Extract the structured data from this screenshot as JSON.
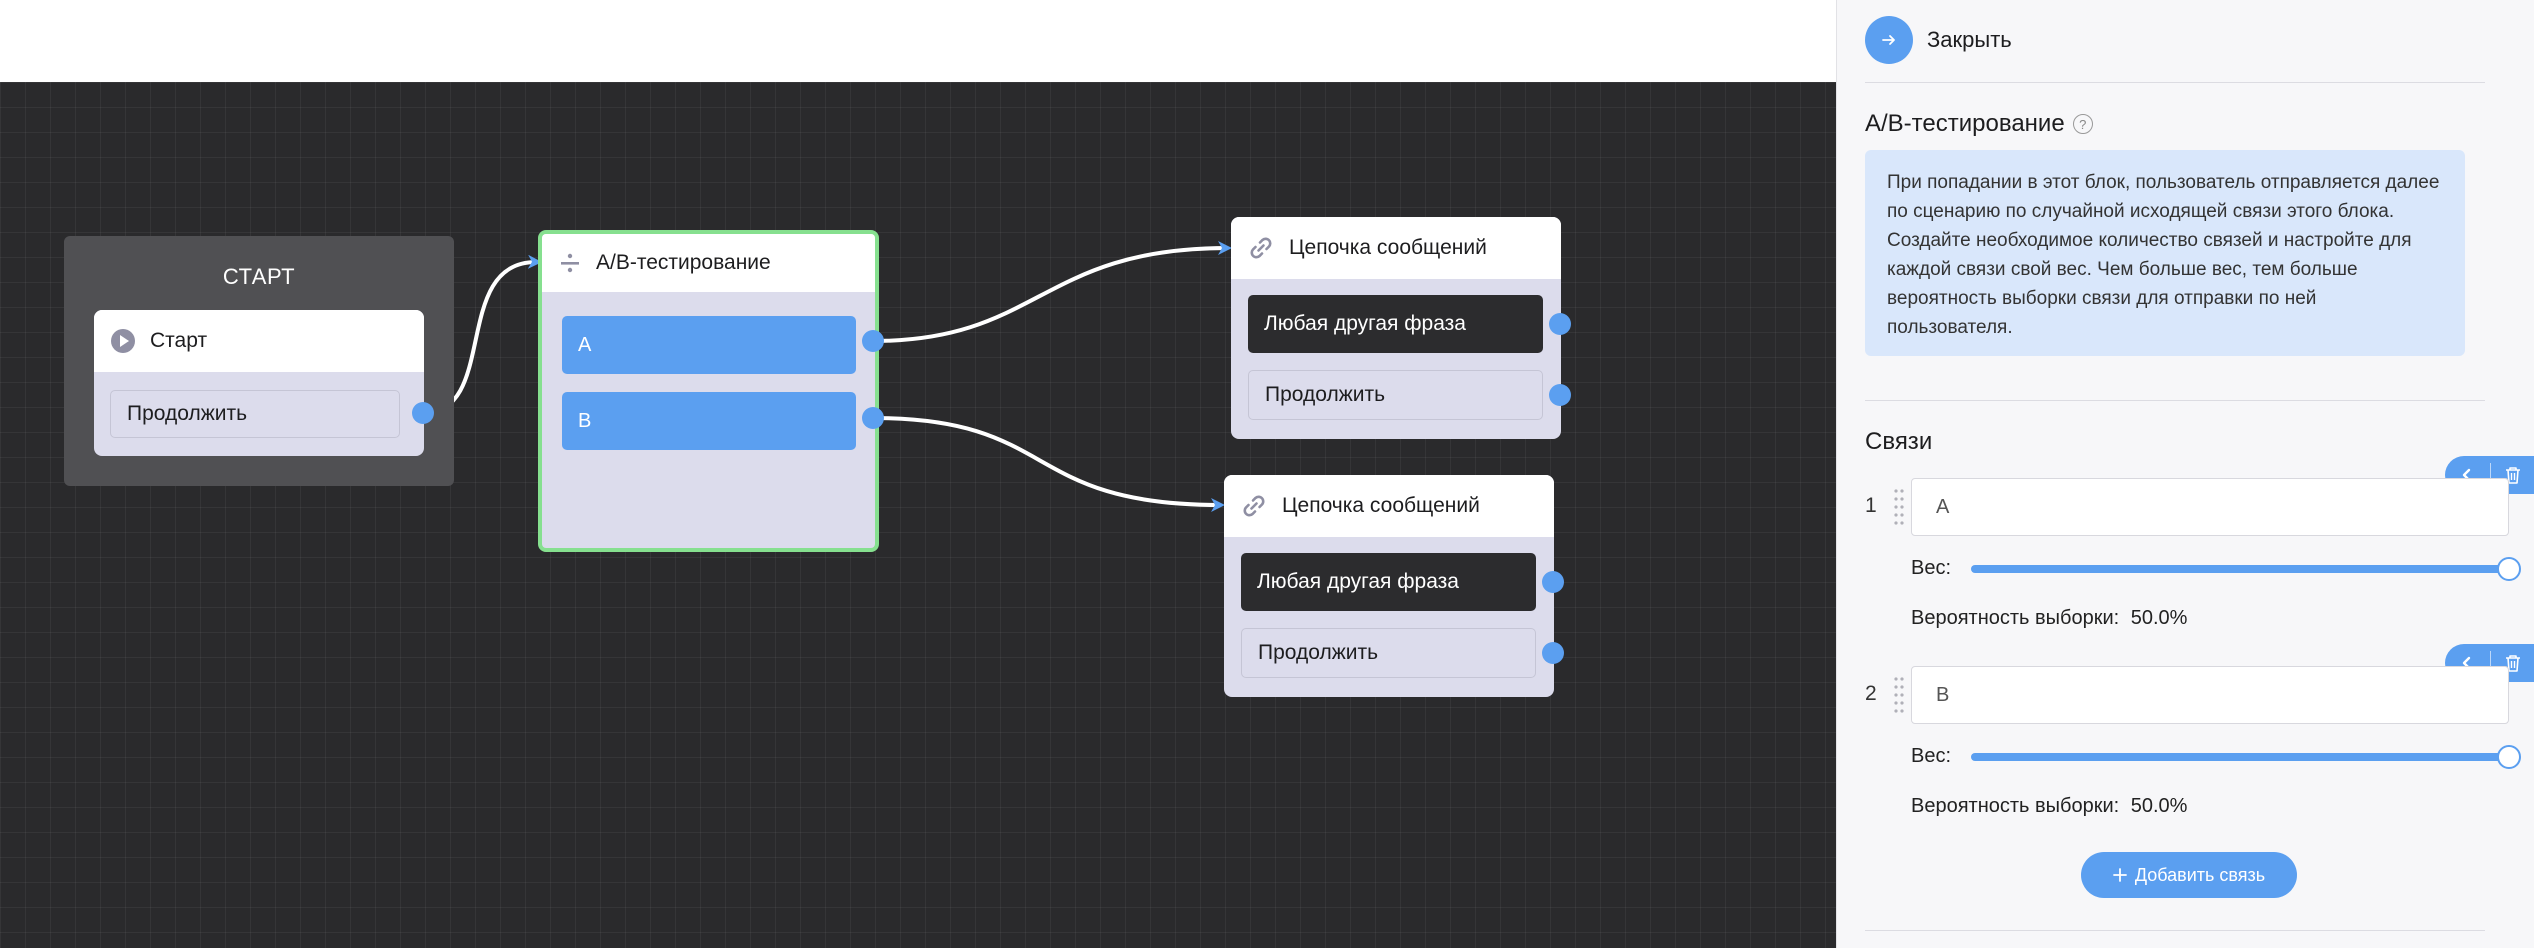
{
  "canvas": {
    "start_group": {
      "title": "СТАРТ"
    },
    "start_node": {
      "title": "Старт",
      "continue": "Продолжить"
    },
    "ab_node": {
      "title": "A/B-тестирование",
      "branches": [
        "A",
        "B"
      ]
    },
    "chain_nodes": [
      {
        "title": "Цепочка сообщений",
        "any_phrase": "Любая другая фраза",
        "continue": "Продолжить"
      },
      {
        "title": "Цепочка сообщений",
        "any_phrase": "Любая другая фраза",
        "continue": "Продолжить"
      }
    ]
  },
  "panel": {
    "close_label": "Закрыть",
    "title": "А/В-тестирование",
    "description": "При попадании в этот блок, пользователь отправляется далее по сценарию по случайной исходящей связи этого блока. Создайте необходимое количество связей и настройте для каждой связи свой вес. Чем больше вес, тем больше вероятность выборки связи для отправки по ней пользователя.",
    "links_title": "Связи",
    "weight_label": "Вес:",
    "probability_label": "Вероятность выборки:",
    "links": [
      {
        "index": "1",
        "name": "A",
        "weight": 1.0,
        "probability": "50.0%"
      },
      {
        "index": "2",
        "name": "B",
        "weight": 1.0,
        "probability": "50.0%"
      }
    ],
    "add_link_label": "Добавить связь"
  },
  "colors": {
    "accent": "#5b9ff0",
    "canvas_bg": "#2a2a2c",
    "ab_border": "#86e08f",
    "node_body": "#dcdcec",
    "info_bg": "#d9e7fb"
  }
}
